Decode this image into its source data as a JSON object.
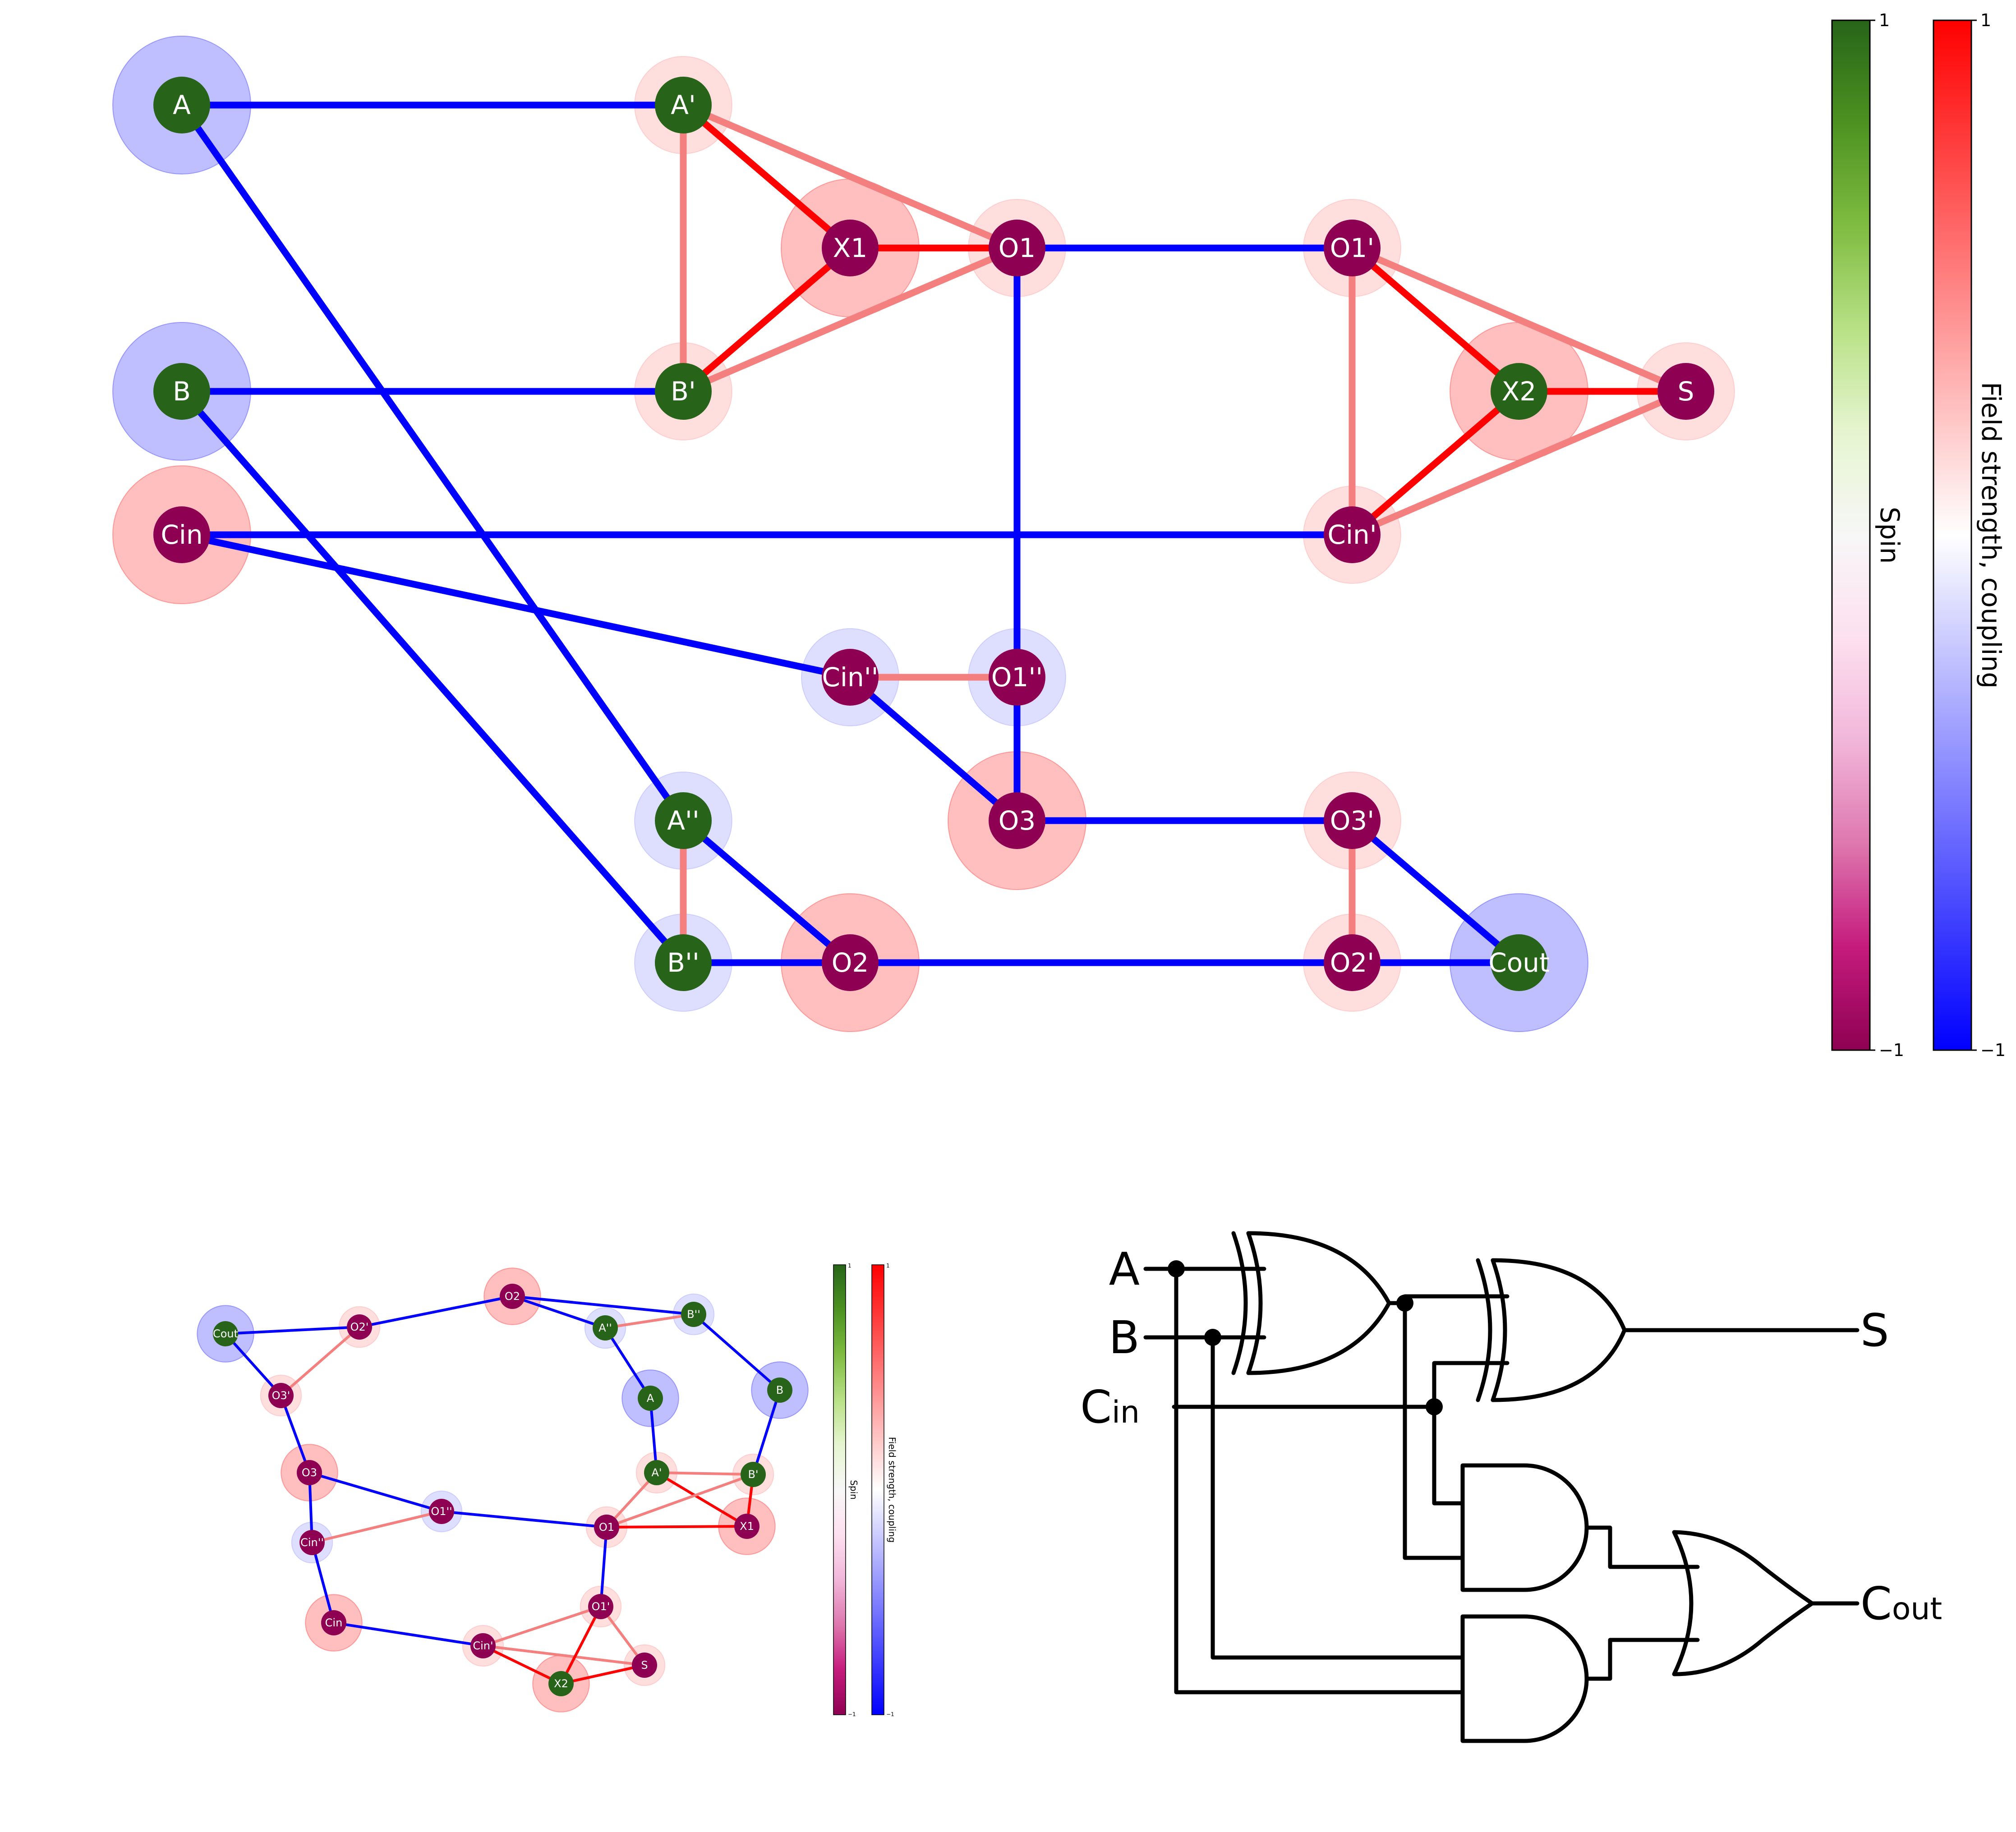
{
  "colorbars": {
    "spin_label": "Spin",
    "field_label": "Field strength, coupling",
    "tick_max": "1",
    "tick_min": "−1",
    "spin_colors": [
      "#276419",
      "#4d9221",
      "#7fbc41",
      "#b8e186",
      "#e6f5d0",
      "#f7f7f7",
      "#fde0ef",
      "#f1b6da",
      "#de77ae",
      "#c51b7d",
      "#8e0152"
    ],
    "field_colors": [
      "#ff0000",
      "#ffffff",
      "#0000ff"
    ]
  },
  "colors": {
    "spin_up": "#276419",
    "spin_down": "#8e0152",
    "coupling_strong_pos": "#ff0000",
    "coupling_weak_pos": "#f47f7f",
    "coupling_neg": "#0000ff"
  },
  "main_graph": {
    "nodes": [
      {
        "id": "A",
        "label": "A",
        "spin": 1,
        "field": -0.6
      },
      {
        "id": "B",
        "label": "B",
        "spin": 1,
        "field": -0.6
      },
      {
        "id": "Cin",
        "label": "Cin",
        "spin": -1,
        "field": 0.6
      },
      {
        "id": "A1",
        "label": "A'",
        "spin": 1,
        "field": 0.3
      },
      {
        "id": "B1",
        "label": "B'",
        "spin": 1,
        "field": 0.3
      },
      {
        "id": "X1",
        "label": "X1",
        "spin": -1,
        "field": 0.6
      },
      {
        "id": "O1",
        "label": "O1",
        "spin": -1,
        "field": 0.3
      },
      {
        "id": "O1p",
        "label": "O1'",
        "spin": -1,
        "field": 0.3
      },
      {
        "id": "X2",
        "label": "X2",
        "spin": 1,
        "field": 0.6
      },
      {
        "id": "S",
        "label": "S",
        "spin": -1,
        "field": 0.3
      },
      {
        "id": "Cin1",
        "label": "Cin'",
        "spin": -1,
        "field": 0.3
      },
      {
        "id": "Cin2",
        "label": "Cin''",
        "spin": -1,
        "field": -0.3
      },
      {
        "id": "O1pp",
        "label": "O1''",
        "spin": -1,
        "field": -0.3
      },
      {
        "id": "A2",
        "label": "A''",
        "spin": 1,
        "field": -0.3
      },
      {
        "id": "O3",
        "label": "O3",
        "spin": -1,
        "field": 0.6
      },
      {
        "id": "O3p",
        "label": "O3'",
        "spin": -1,
        "field": 0.3
      },
      {
        "id": "B2",
        "label": "B''",
        "spin": 1,
        "field": -0.3
      },
      {
        "id": "O2",
        "label": "O2",
        "spin": -1,
        "field": 0.6
      },
      {
        "id": "O2p",
        "label": "O2'",
        "spin": -1,
        "field": 0.3
      },
      {
        "id": "Cout",
        "label": "Cout",
        "spin": 1,
        "field": -0.6
      }
    ],
    "edges": [
      [
        "A",
        "A1",
        -1
      ],
      [
        "A",
        "A2",
        -1
      ],
      [
        "B",
        "B1",
        -1
      ],
      [
        "B",
        "B2",
        -1
      ],
      [
        "Cin",
        "Cin1",
        -1
      ],
      [
        "Cin",
        "Cin2",
        -1
      ],
      [
        "A1",
        "B1",
        0.5
      ],
      [
        "A1",
        "X1",
        1
      ],
      [
        "A1",
        "O1",
        0.5
      ],
      [
        "B1",
        "X1",
        1
      ],
      [
        "B1",
        "O1",
        0.5
      ],
      [
        "X1",
        "O1",
        1
      ],
      [
        "O1",
        "O1p",
        -1
      ],
      [
        "O1",
        "O1pp",
        -1
      ],
      [
        "O1p",
        "Cin1",
        0.5
      ],
      [
        "O1p",
        "X2",
        1
      ],
      [
        "O1p",
        "S",
        0.5
      ],
      [
        "X2",
        "S",
        1
      ],
      [
        "Cin1",
        "X2",
        1
      ],
      [
        "Cin1",
        "S",
        0.5
      ],
      [
        "Cin2",
        "O1pp",
        0.5
      ],
      [
        "Cin2",
        "O3",
        -1
      ],
      [
        "O1pp",
        "O3",
        -1
      ],
      [
        "O3",
        "O3p",
        -1
      ],
      [
        "A2",
        "B2",
        0.5
      ],
      [
        "A2",
        "O2",
        -1
      ],
      [
        "B2",
        "O2",
        -1
      ],
      [
        "O2",
        "O2p",
        -1
      ],
      [
        "O3p",
        "O2p",
        0.5
      ],
      [
        "O3p",
        "Cout",
        -1
      ],
      [
        "O2p",
        "Cout",
        -1
      ]
    ]
  },
  "mini_graph": {
    "edges": [
      [
        "Cout",
        "O2p",
        -1
      ],
      [
        "O2p",
        "O2",
        -1
      ],
      [
        "O2",
        "A2",
        -1
      ],
      [
        "O2",
        "B2",
        -1
      ],
      [
        "A2",
        "B2",
        0.5
      ],
      [
        "Cout",
        "O3p",
        -1
      ],
      [
        "O3p",
        "O2p",
        0.5
      ],
      [
        "A2",
        "A",
        -1
      ],
      [
        "B2",
        "B",
        -1
      ],
      [
        "A",
        "A1",
        -1
      ],
      [
        "B",
        "B1",
        -1
      ],
      [
        "A1",
        "B1",
        0.5
      ],
      [
        "A1",
        "X1",
        1
      ],
      [
        "B1",
        "X1",
        1
      ],
      [
        "A1",
        "O1",
        0.5
      ],
      [
        "B1",
        "O1",
        0.5
      ],
      [
        "X1",
        "O1",
        1
      ],
      [
        "O3p",
        "O3",
        -1
      ],
      [
        "O3",
        "O1pp",
        -1
      ],
      [
        "O1pp",
        "O1",
        -1
      ],
      [
        "O3",
        "Cin2",
        -1
      ],
      [
        "O1pp",
        "Cin2",
        0.5
      ],
      [
        "Cin2",
        "Cin",
        -1
      ],
      [
        "O1",
        "O1p",
        -1
      ],
      [
        "Cin",
        "Cin1",
        -1
      ],
      [
        "Cin1",
        "O1p",
        0.5
      ],
      [
        "Cin1",
        "X2",
        1
      ],
      [
        "Cin1",
        "S",
        0.5
      ],
      [
        "O1p",
        "X2",
        1
      ],
      [
        "O1p",
        "S",
        0.5
      ],
      [
        "X2",
        "S",
        1
      ]
    ]
  },
  "circuit": {
    "input_a": "A",
    "input_b": "B",
    "input_cin": "C",
    "input_cin_sub": "in",
    "output_s": "S",
    "output_cout": "C",
    "output_cout_sub": "out"
  }
}
